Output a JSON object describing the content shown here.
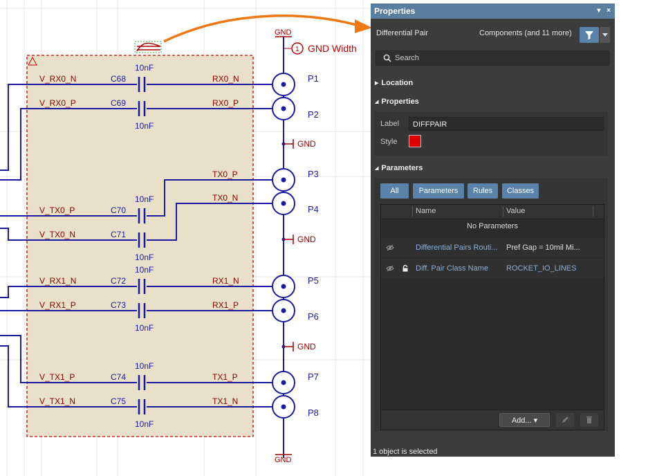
{
  "schematic": {
    "power_top": "GND",
    "power_bottom": "GND",
    "gnd_labels": [
      "GND",
      "GND",
      "GND"
    ],
    "directive_number": "1",
    "directive_text": "GND Width",
    "capacitors": [
      {
        "des": "C68",
        "val": "10nF",
        "left_net": "V_RX0_N",
        "right_net": "RX0_N"
      },
      {
        "des": "C69",
        "val": "10nF",
        "left_net": "V_RX0_P",
        "right_net": "RX0_P"
      },
      {
        "des": "C70",
        "val": "10nF",
        "left_net": "V_TX0_P",
        "right_net": "TX0_P"
      },
      {
        "des": "C71",
        "val": "10nF",
        "left_net": "V_TX0_N",
        "right_net": "TX0_N"
      },
      {
        "des": "C72",
        "val": "10nF",
        "left_net": "V_RX1_N",
        "right_net": "RX1_N"
      },
      {
        "des": "C73",
        "val": "10nF",
        "left_net": "V_RX1_P",
        "right_net": "RX1_P"
      },
      {
        "des": "C74",
        "val": "10nF",
        "left_net": "V_TX1_P",
        "right_net": "TX1_P"
      },
      {
        "des": "C75",
        "val": "10nF",
        "left_net": "V_TX1_N",
        "right_net": "TX1_N"
      }
    ],
    "ports": [
      "P1",
      "P2",
      "P3",
      "P4",
      "P5",
      "P6",
      "P7",
      "P8"
    ],
    "colors": {
      "wire": "#1a1aa0",
      "net_label": "#8b0000",
      "blanket_border": "#cc0000",
      "blanket_fill": "#e8e0c8",
      "annotation_arrow": "#f07814"
    }
  },
  "panel": {
    "title": "Properties",
    "title_buttons": [
      "▾",
      "×"
    ],
    "object_type": "Differential Pair",
    "filter_scope": "Components (and 11 more)",
    "search_placeholder": "Search",
    "sections": {
      "location": "Location",
      "properties": "Properties",
      "parameters": "Parameters"
    },
    "label_caption": "Label",
    "label_value": "DIFFPAIR",
    "style_caption": "Style",
    "style_color": "#e00000",
    "filter_buttons": [
      "All",
      "Parameters",
      "Rules",
      "Classes"
    ],
    "table": {
      "headers": [
        "Name",
        "Value"
      ],
      "no_params": "No Parameters",
      "rows": [
        {
          "name": "Differential Pairs Routi...",
          "value": "Pref Gap = 10mil   Mi...",
          "icon": "hidden-eye-icon"
        },
        {
          "name": "Diff. Pair Class Name",
          "value": "ROCKET_IO_LINES",
          "icon": "lock-icon"
        }
      ],
      "add_label": "Add... ▾"
    },
    "status": "1 object is selected",
    "accent": "#5b82a8"
  }
}
